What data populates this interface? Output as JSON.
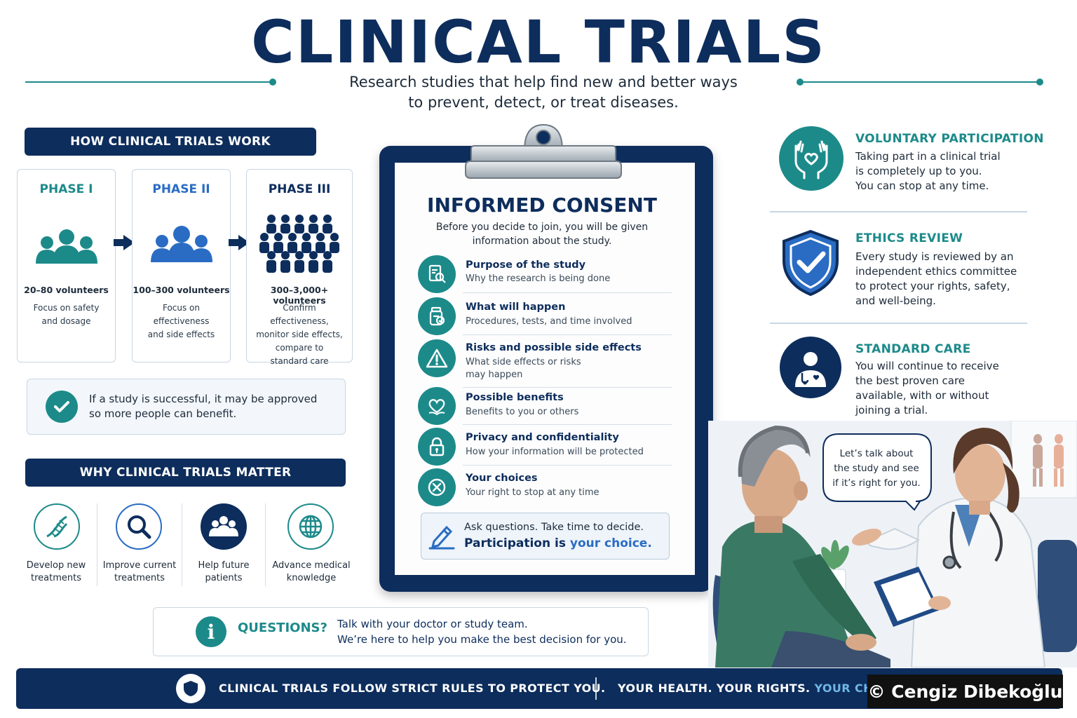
{
  "header": {
    "title": "CLINICAL TRIALS",
    "subtitle_line1": "Research studies that help find new and better ways",
    "subtitle_line2": "to prevent, detect, or treat diseases."
  },
  "how": {
    "heading": "HOW CLINICAL TRIALS WORK",
    "phases": [
      {
        "title": "PHASE I",
        "count": "20–80 volunteers",
        "desc": [
          "Focus on safety",
          "and dosage"
        ]
      },
      {
        "title": "PHASE II",
        "count": "100–300 volunteers",
        "desc": [
          "Focus on effectiveness",
          "and side effects"
        ]
      },
      {
        "title": "PHASE III",
        "count": "300–3,000+ volunteers",
        "desc": [
          "Confirm effectiveness,",
          "monitor side effects,",
          "compare to",
          "standard care"
        ]
      }
    ],
    "success_line1": "If a study is successful, it may be approved",
    "success_line2": "so more people can benefit."
  },
  "why": {
    "heading": "WHY CLINICAL TRIALS MATTER",
    "items": [
      {
        "icon": "dna-icon",
        "line1": "Develop new",
        "line2": "treatments"
      },
      {
        "icon": "magnifier-icon",
        "line1": "Improve current",
        "line2": "treatments"
      },
      {
        "icon": "people-icon",
        "line1": "Help future",
        "line2": "patients"
      },
      {
        "icon": "globe-icon",
        "line1": "Advance medical",
        "line2": "knowledge"
      }
    ]
  },
  "questions": {
    "label": "QUESTIONS?",
    "line1": "Talk with your doctor or study team.",
    "line2": "We’re here to help you make the best decision for you."
  },
  "consent": {
    "title": "INFORMED CONSENT",
    "intro_line1": "Before you decide to join, you will be given",
    "intro_line2": "information about the study.",
    "items": [
      {
        "icon": "document-search-icon",
        "head": "Purpose of the study",
        "sub": [
          "Why the research is being done"
        ]
      },
      {
        "icon": "medicine-bottle-icon",
        "head": "What will happen",
        "sub": [
          "Procedures, tests, and time involved"
        ]
      },
      {
        "icon": "warning-icon",
        "head": "Risks and possible side effects",
        "sub": [
          "What side effects or risks",
          "may happen"
        ]
      },
      {
        "icon": "heart-hand-icon",
        "head": "Possible benefits",
        "sub": [
          "Benefits to you or others"
        ]
      },
      {
        "icon": "lock-icon",
        "head": "Privacy and confidentiality",
        "sub": [
          "How your information will be protected"
        ]
      },
      {
        "icon": "x-circle-icon",
        "head": "Your choices",
        "sub": [
          "Your right to stop at any time"
        ]
      }
    ],
    "ask_line1": "Ask questions. Take time to decide.",
    "ask_line2_a": "Participation is ",
    "ask_line2_b": "your choice."
  },
  "right": {
    "voluntary": {
      "head": "VOLUNTARY PARTICIPATION",
      "lines": [
        "Taking part in a clinical trial",
        "is completely up to you.",
        "You can stop at any time."
      ]
    },
    "ethics": {
      "head": "ETHICS REVIEW",
      "lines": [
        "Every study is reviewed by an",
        "independent ethics committee",
        "to protect your rights, safety,",
        "and well-being."
      ]
    },
    "standard": {
      "head": "STANDARD CARE",
      "lines": [
        "You will continue to receive",
        "the best proven care",
        "available, with or without",
        "joining a trial."
      ]
    }
  },
  "speech": [
    "Let’s talk about",
    "the study and see",
    "if it’s right for you."
  ],
  "footer": {
    "left": "CLINICAL TRIALS FOLLOW STRICT RULES TO PROTECT YOU.",
    "right_a": "YOUR HEALTH. YOUR RIGHTS. ",
    "right_b": "YOUR CHO",
    "credit": "© Cengiz Dibekoğlu"
  },
  "colors": {
    "navy": "#0d2d5c",
    "teal": "#1d8a8a",
    "blue": "#2a6cc4",
    "light_blue": "#6fb7e6"
  }
}
